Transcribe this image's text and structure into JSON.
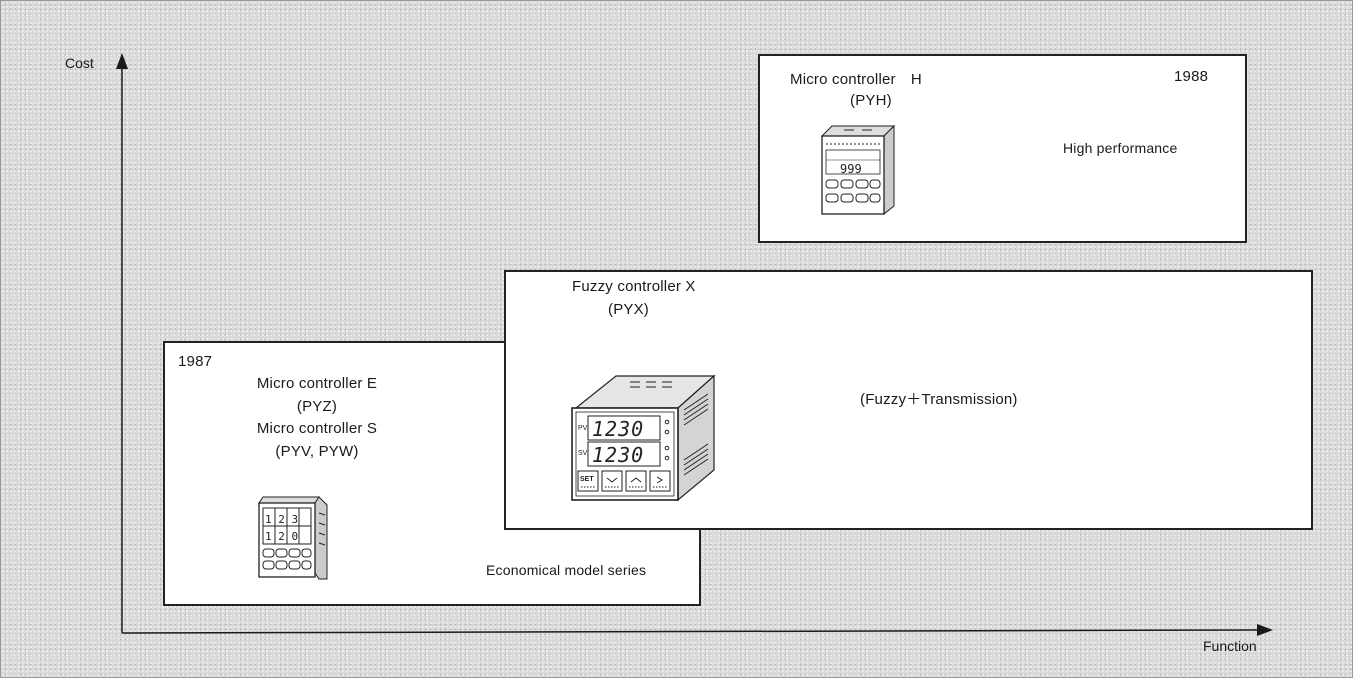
{
  "axes": {
    "y_label": "Cost",
    "x_label": "Function"
  },
  "box_econ": {
    "year": "1987",
    "line1": "Micro controller E",
    "line2": "(PYZ)",
    "line3": "Micro controller S",
    "line4": "(PYV, PYW)",
    "caption": "Economical model series",
    "device_icon": "controller-small-icon"
  },
  "box_fuzzy": {
    "line1": "Fuzzy controller X",
    "line2": "(PYX)",
    "caption": "(Fuzzy＋Transmission)",
    "device_icon": "controller-large-icon",
    "pv_label": "PV",
    "sv_label": "SV",
    "pv_value": "1230",
    "sv_value": "1230",
    "set_label": "SET"
  },
  "box_micro_h": {
    "line1": "Micro controller　H",
    "line2": "(PYH)",
    "year": "1988",
    "caption": "High performance",
    "device_icon": "controller-small-icon",
    "display_value": "999"
  }
}
